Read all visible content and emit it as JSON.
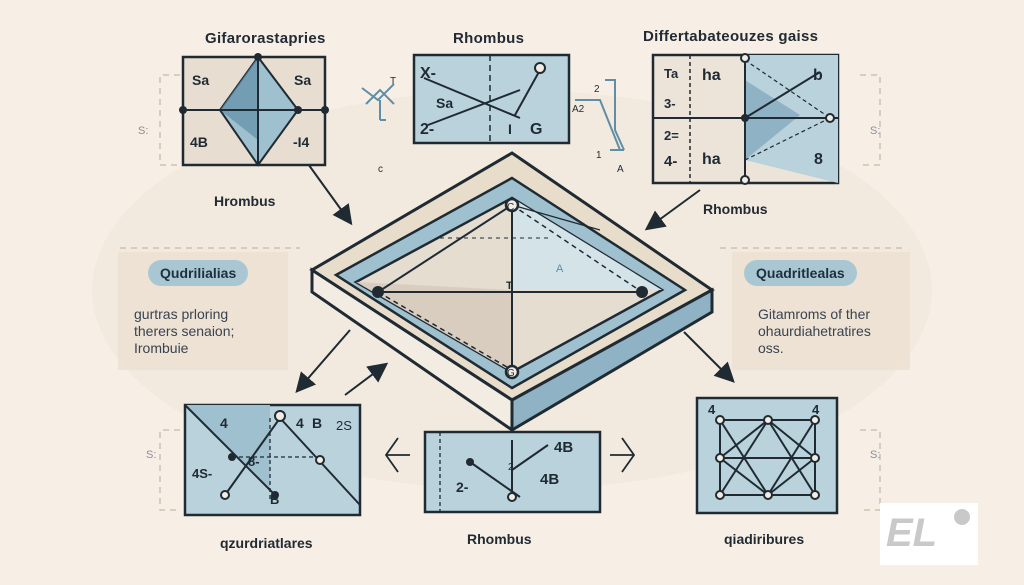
{
  "titles": {
    "top_left": "Gifarorastapries",
    "top_center": "Rhombus",
    "top_right": "Differtabateouzes gaiss"
  },
  "labels": {
    "top_left_panel": "Hrombus",
    "top_right_panel": "Rhombus",
    "bottom_left_panel": "qzurdriatlares",
    "bottom_center_panel": "Rhombus",
    "bottom_right_panel": "qiadiribures"
  },
  "left_note": {
    "pill": "Qudrilialias",
    "text": "gurtras prloring\ntherers senaion;\nIrombuie"
  },
  "right_note": {
    "pill": "Quadritlealas",
    "text": "Gitamroms of ther\nohaurdiahetratires\noss."
  },
  "panel_marks": {
    "tl": [
      "Sa",
      "Sa",
      "4B",
      "-I4"
    ],
    "tc": [
      "X-",
      "Sa",
      "2-",
      "G",
      "I"
    ],
    "tr": [
      "Ta",
      "ha",
      "b",
      "3-",
      "2=",
      "4-",
      "ha",
      "8"
    ],
    "bl": [
      "4",
      "4",
      "B",
      "2S",
      "4S-",
      "8-",
      "B"
    ],
    "bc": [
      "4B",
      "2-",
      "4B",
      "2"
    ],
    "br": [
      "4",
      "4"
    ]
  },
  "floating_marks": [
    "T",
    "c",
    "2",
    "A2",
    "1",
    "A"
  ],
  "center_marks": [
    "C",
    "T",
    "G",
    "A"
  ],
  "side_marks": [
    "S:",
    "S:",
    "S:",
    "S:"
  ],
  "logo_text": "EL",
  "colors": {
    "panel_fill": "#cfe0e6",
    "panel_border": "#1f2a33",
    "frame_blue": "#8fb3c4",
    "frame_light": "#e9e0d3",
    "ink": "#1f2a33",
    "accent": "#5f8ea6"
  }
}
